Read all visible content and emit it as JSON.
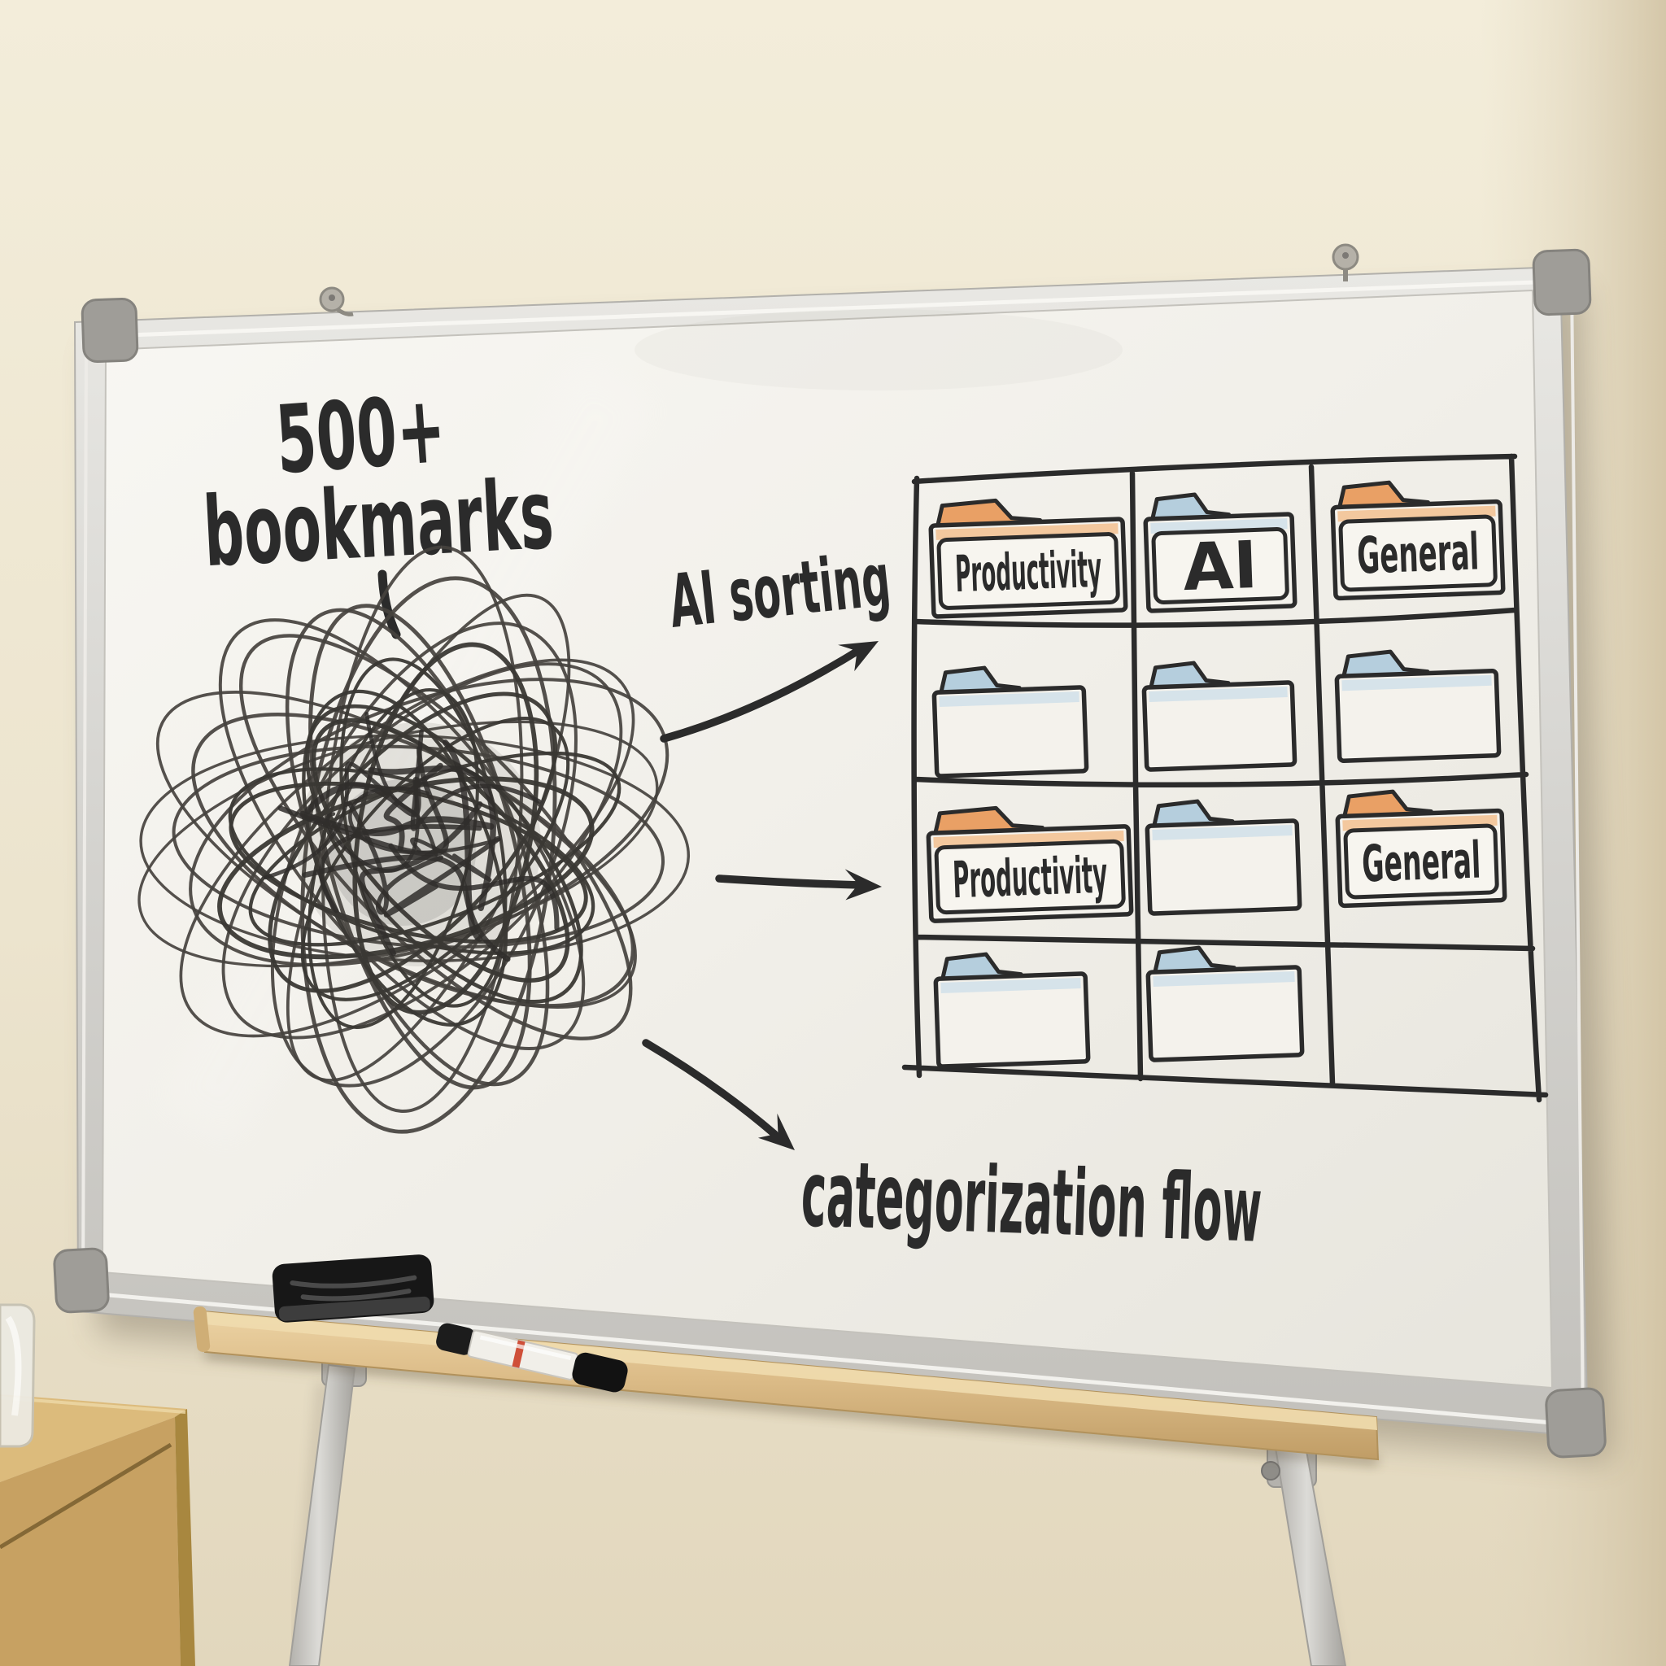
{
  "whiteboard": {
    "cluster": {
      "count": "500+",
      "name": "bookmarks"
    },
    "process_label": "AI sorting",
    "flow_label": "categorization flow",
    "grid": {
      "rows": 4,
      "cols": 3
    },
    "folders": [
      {
        "row": 1,
        "col": 1,
        "label": "Productivity",
        "tab": "orange"
      },
      {
        "row": 1,
        "col": 2,
        "label": "AI",
        "tab": "blue"
      },
      {
        "row": 1,
        "col": 3,
        "label": "General",
        "tab": "orange"
      },
      {
        "row": 2,
        "col": 1,
        "label": "",
        "tab": "blue"
      },
      {
        "row": 2,
        "col": 2,
        "label": "",
        "tab": "blue"
      },
      {
        "row": 2,
        "col": 3,
        "label": "",
        "tab": "blue"
      },
      {
        "row": 3,
        "col": 1,
        "label": "Productivity",
        "tab": "orange"
      },
      {
        "row": 3,
        "col": 2,
        "label": "",
        "tab": "blue"
      },
      {
        "row": 3,
        "col": 3,
        "label": "General",
        "tab": "orange"
      },
      {
        "row": 4,
        "col": 1,
        "label": "",
        "tab": "blue"
      },
      {
        "row": 4,
        "col": 2,
        "label": "",
        "tab": "blue"
      }
    ],
    "colors": {
      "ink": "#2b2b2b",
      "tab_orange": "#e9a065",
      "tab_orange_band": "#f2c59a",
      "tab_blue": "#b5cedd",
      "tab_blue_band": "#d4e2ea",
      "folder_body": "#f4f2ec",
      "label_plate": "#f7f5ef",
      "board_surface": "#f5f4ef",
      "frame_silver": "#dbdad6",
      "corner_cap_gray": "#9f9d98",
      "wall_cream": "#efe8d5",
      "tray_wood": "#d9b987",
      "eraser_black": "#171717",
      "marker_ring_red": "#cf4f38",
      "stand_gray": "#c9c8c4",
      "cabinet_wood": "#c7a162"
    }
  }
}
